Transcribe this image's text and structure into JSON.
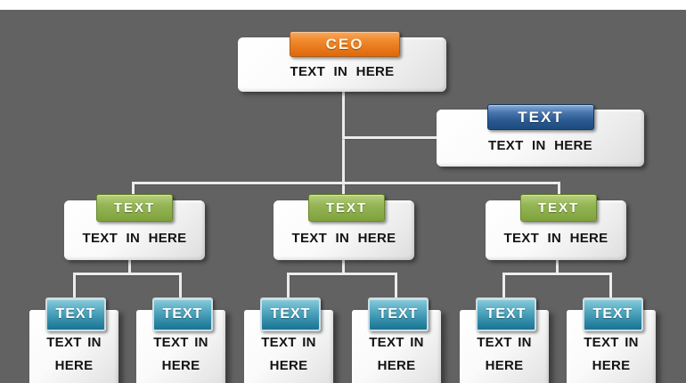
{
  "canvas": {
    "background_color": "#626262",
    "top_strip_color": "#ffffff",
    "connector_color": "#ececec"
  },
  "colors": {
    "ceo_tag": "#ed7d31",
    "assistant_tag": "#2a598f",
    "manager_tag": "#8fb04a",
    "staff_tag": "#2f93b0",
    "box_fill": "#f7f7f7",
    "body_text": "#141414"
  },
  "nodes": {
    "root": {
      "tag": "CEO",
      "body": "TEXT IN HERE"
    },
    "assistant": {
      "tag": "TEXT",
      "body": "TEXT IN HERE"
    },
    "managers": [
      {
        "tag": "TEXT",
        "body": "TEXT IN HERE"
      },
      {
        "tag": "TEXT",
        "body": "TEXT IN HERE"
      },
      {
        "tag": "TEXT",
        "body": "TEXT IN HERE"
      }
    ],
    "staff": [
      {
        "tag": "TEXT",
        "body": "TEXT IN HERE"
      },
      {
        "tag": "TEXT",
        "body": "TEXT IN HERE"
      },
      {
        "tag": "TEXT",
        "body": "TEXT IN HERE"
      },
      {
        "tag": "TEXT",
        "body": "TEXT IN HERE"
      },
      {
        "tag": "TEXT",
        "body": "TEXT IN HERE"
      },
      {
        "tag": "TEXT",
        "body": "TEXT IN HERE"
      }
    ]
  }
}
